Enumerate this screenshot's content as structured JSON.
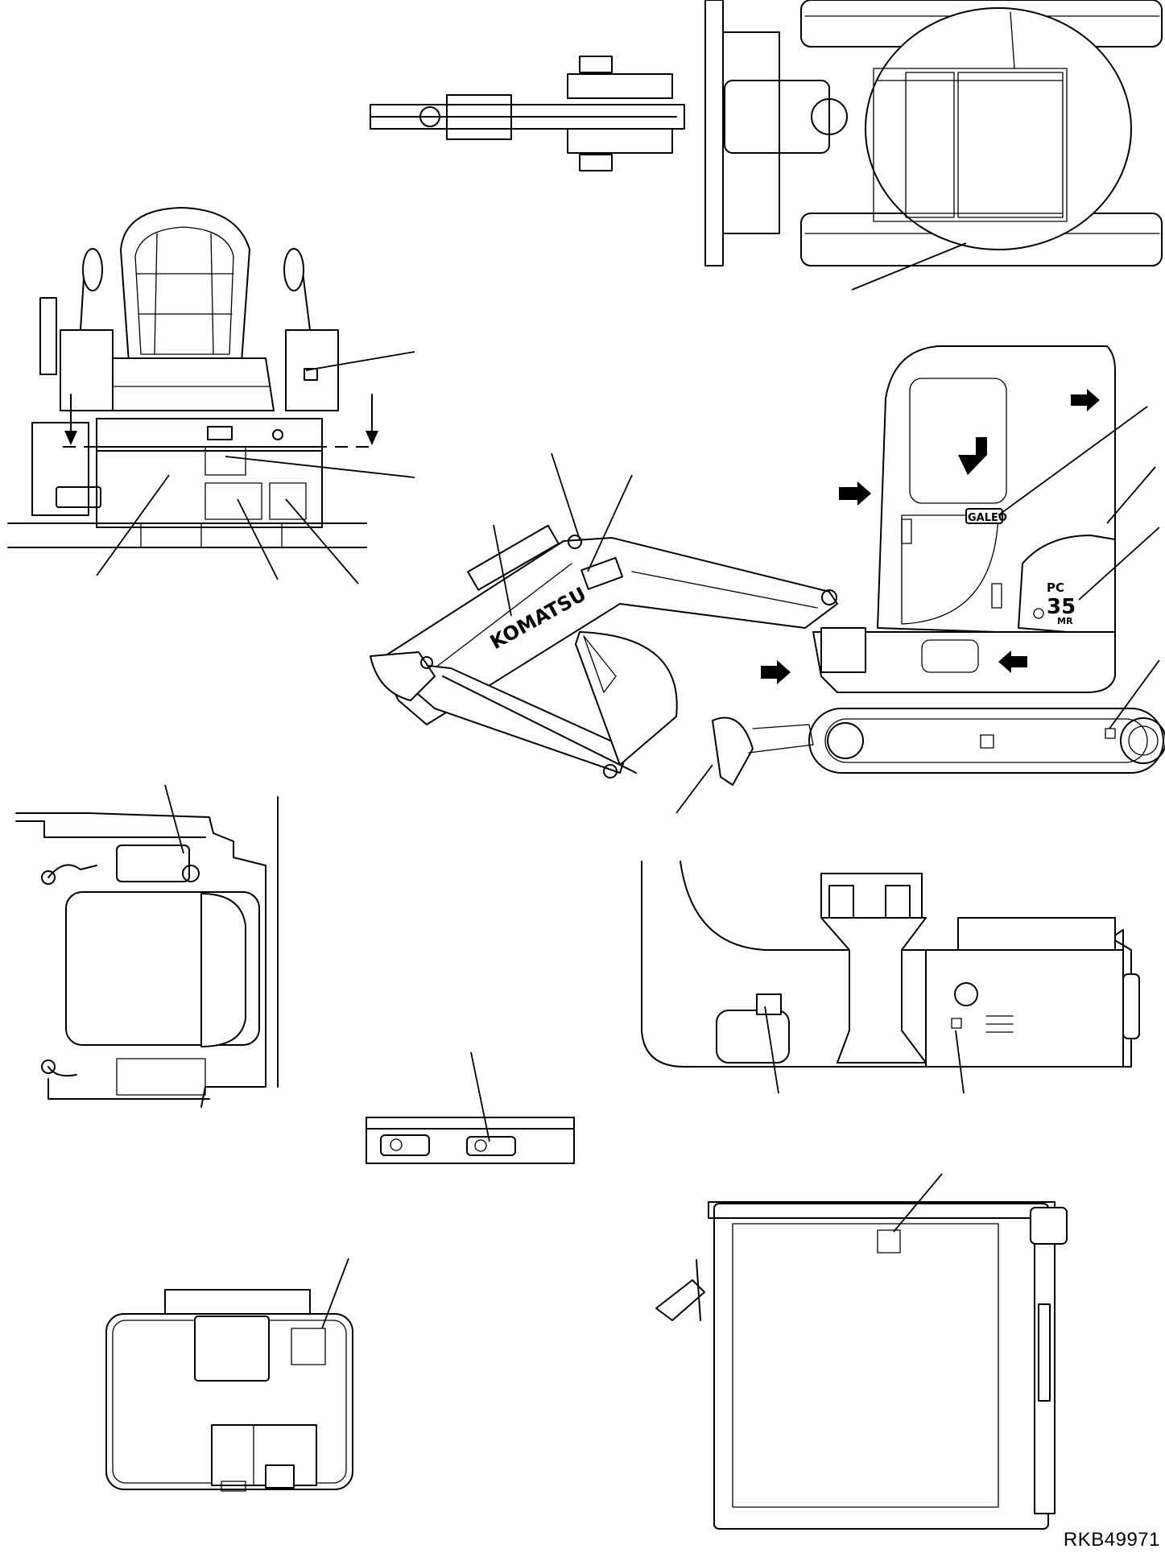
{
  "drawing_code": "RKB49971",
  "labels": {
    "boom_brand": "KOMATSU",
    "cab_brand": "GALEO",
    "model_top": "PC",
    "model_num": "35",
    "model_suffix": "MR"
  }
}
